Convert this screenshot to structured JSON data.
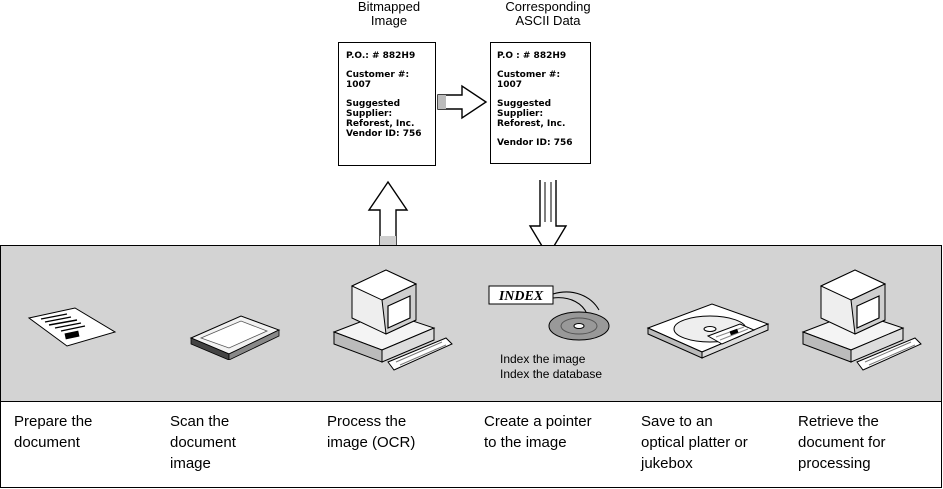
{
  "header": {
    "bitmapped": [
      "Bitmapped",
      "Image"
    ],
    "ascii": [
      "Corresponding",
      "ASCII Data"
    ]
  },
  "bitmap_doc": {
    "po": "P.O.: # 882H9",
    "customer_label": "Customer #:",
    "customer_value": "1007",
    "suggested_1": "Suggested",
    "suggested_2": "Supplier:",
    "supplier": "Reforest, Inc.",
    "vendor": "Vendor ID:  756"
  },
  "ascii_doc": {
    "po": "P.O : # 882H9",
    "customer_label": "Customer #:",
    "customer_value": "1007",
    "suggested_1": "Suggested",
    "suggested_2": "Supplier:",
    "supplier": "Reforest, Inc.",
    "vendor": "Vendor ID:  756"
  },
  "index_label": "INDEX",
  "index_notes": [
    "Index the image",
    "Index the database"
  ],
  "steps": [
    {
      "lines": [
        "Prepare the",
        "document"
      ],
      "icon": "paper-document-icon"
    },
    {
      "lines": [
        "Scan the",
        "document",
        "image"
      ],
      "icon": "scanner-icon"
    },
    {
      "lines": [
        "Process the",
        "image (OCR)"
      ],
      "icon": "computer-icon"
    },
    {
      "lines": [
        "Create a pointer",
        "to the image"
      ],
      "icon": "index-disk-icon"
    },
    {
      "lines": [
        "Save to an",
        "optical platter or",
        "jukebox"
      ],
      "icon": "optical-platter-icon"
    },
    {
      "lines": [
        "Retrieve the",
        "document for",
        "processing"
      ],
      "icon": "computer-icon"
    }
  ]
}
